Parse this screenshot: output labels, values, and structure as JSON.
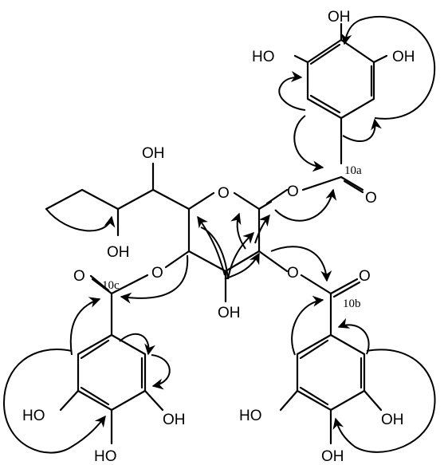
{
  "labels": {
    "ring_a": {
      "oh_top": "OH",
      "oh_left": "HO",
      "oh_right": "OH"
    },
    "carbon_10a": "10a",
    "ester_a_carbonyl_o": "O",
    "ester_a_link_o": "O",
    "sugar": {
      "ring_o": "O",
      "oh_side_chain_top": "OH",
      "oh_side_chain_bottom": "OH",
      "oh_bottom": "OH",
      "ester_c_link_o": "O",
      "ester_b_link_o": "O"
    },
    "carbon_10c": "10c",
    "ester_c_carbonyl_o": "O",
    "carbon_10b": "10b",
    "ester_b_carbonyl_o": "O",
    "ring_c": {
      "oh_left": "HO",
      "oh_right": "OH",
      "oh_bottom": "HO"
    },
    "ring_b": {
      "oh_left": "HO",
      "oh_right": "OH",
      "oh_bottom": "OH"
    }
  }
}
